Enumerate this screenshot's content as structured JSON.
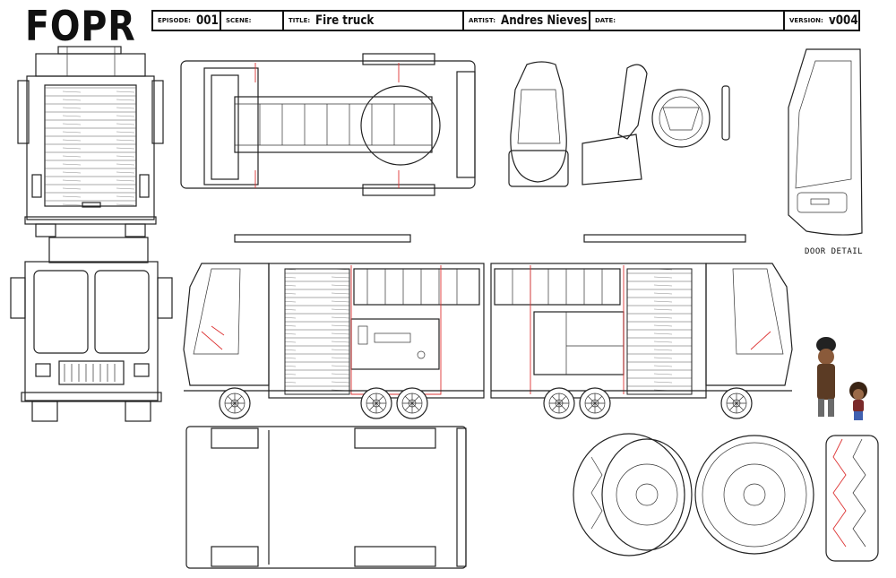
{
  "logo": "FOPR",
  "header": {
    "episode_label": "EPISODE:",
    "episode_value": "001",
    "scene_label": "SCENE:",
    "scene_value": "",
    "title_label": "TITLE:",
    "title_value": "Fire truck",
    "artist_label": "ARTIST:",
    "artist_value": "Andres Nieves",
    "date_label": "DATE:",
    "date_value": "",
    "version_label": "VERSION:",
    "version_value": "v004"
  },
  "annotations": {
    "door_detail": "DOOR DETAIL"
  },
  "colors": {
    "line": "#222222",
    "construction": "#dd3333"
  }
}
